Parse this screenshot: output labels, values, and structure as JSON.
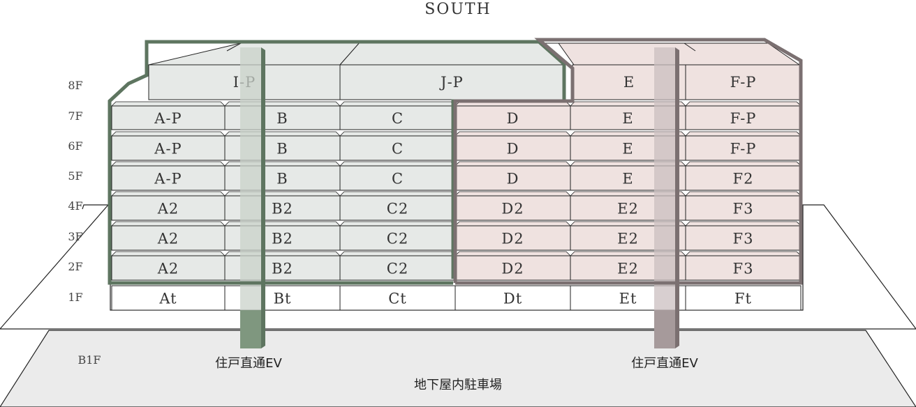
{
  "direction_label": "SOUTH",
  "colors": {
    "left_block_fill": "#e6e9e7",
    "right_block_fill": "#efe2e0",
    "left_outline": "#5e7560",
    "right_outline": "#7b7071",
    "ground_floor_fill": "#ffffff",
    "parking_fill": "#ebebeb",
    "ev_left": "#7f977f",
    "ev_right": "#a69a9b"
  },
  "floors": [
    {
      "label": "8F",
      "units": [
        "I-P",
        "J-P",
        "E",
        "F-P"
      ]
    },
    {
      "label": "7F",
      "units": [
        "A-P",
        "B",
        "C",
        "D",
        "E",
        "F-P"
      ]
    },
    {
      "label": "6F",
      "units": [
        "A-P",
        "B",
        "C",
        "D",
        "E",
        "F-P"
      ]
    },
    {
      "label": "5F",
      "units": [
        "A-P",
        "B",
        "C",
        "D",
        "E",
        "F2"
      ]
    },
    {
      "label": "4F",
      "units": [
        "A2",
        "B2",
        "C2",
        "D2",
        "E2",
        "F3"
      ]
    },
    {
      "label": "3F",
      "units": [
        "A2",
        "B2",
        "C2",
        "D2",
        "E2",
        "F3"
      ]
    },
    {
      "label": "2F",
      "units": [
        "A2",
        "B2",
        "C2",
        "D2",
        "E2",
        "F3"
      ]
    },
    {
      "label": "1F",
      "units": [
        "At",
        "Bt",
        "Ct",
        "Dt",
        "Et",
        "Ft"
      ]
    }
  ],
  "basement": {
    "label": "B1F",
    "parking_label": "地下屋内駐車場"
  },
  "elevators": [
    {
      "label": "住戸直通EV"
    },
    {
      "label": "住戸直通EV"
    }
  ]
}
